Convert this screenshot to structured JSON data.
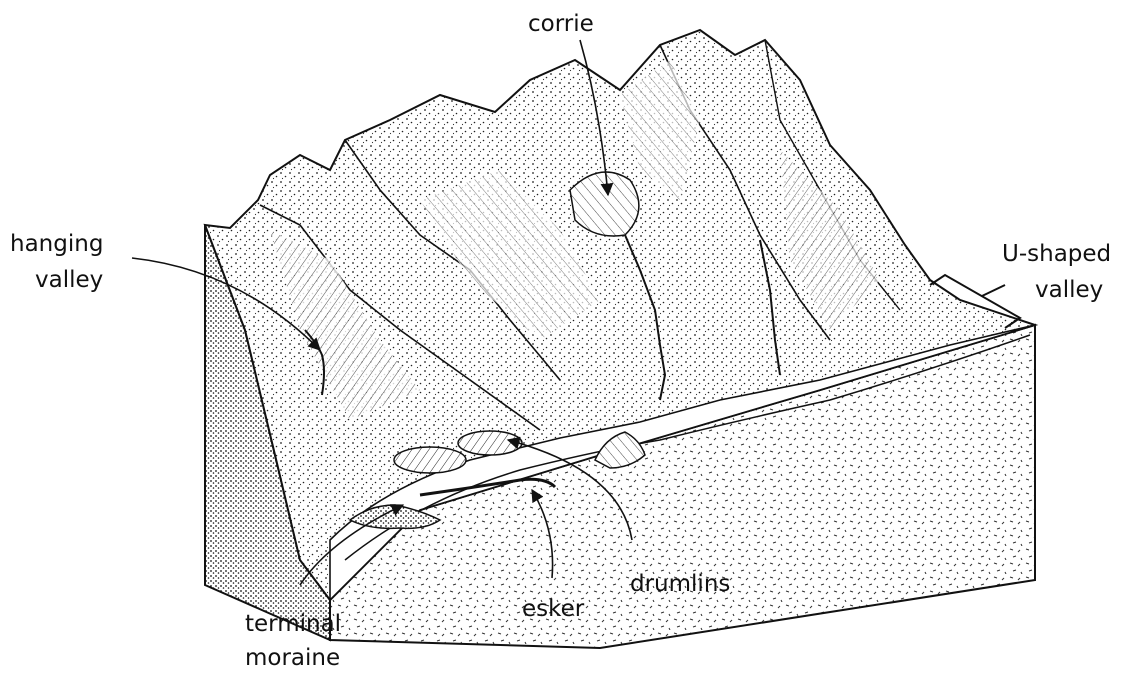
{
  "labels": {
    "corrie": "corrie",
    "hanging_valley_1": "hanging",
    "hanging_valley_2": "valley",
    "u_shaped_1": "U-shaped",
    "u_shaped_2": "valley",
    "drumlins": "drumlins",
    "esker": "esker",
    "terminal_moraine_1": "terminal",
    "terminal_moraine_2": "moraine"
  },
  "colors": {
    "ink": "#111111",
    "background": "#ffffff"
  }
}
